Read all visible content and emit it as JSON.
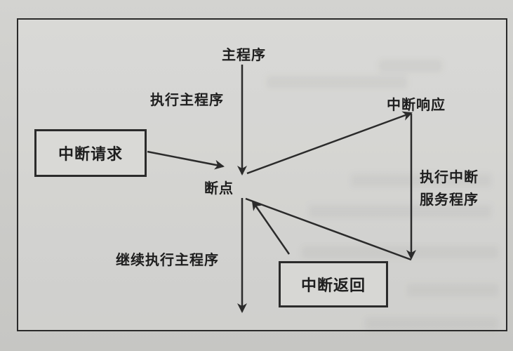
{
  "diagram": {
    "nodes": {
      "main_program": "主程序",
      "execute_main": "执行主程序",
      "interrupt_response": "中断响应",
      "execute_service_line1": "执行中断",
      "execute_service_line2": "服务程序",
      "breakpoint": "断点",
      "continue_main": "继续执行主程序",
      "interrupt_request": "中断请求",
      "interrupt_return": "中断返回"
    }
  },
  "colors": {
    "line": "#2b2b2b",
    "text": "#1e1e1e",
    "background": "#cfcfcc"
  }
}
